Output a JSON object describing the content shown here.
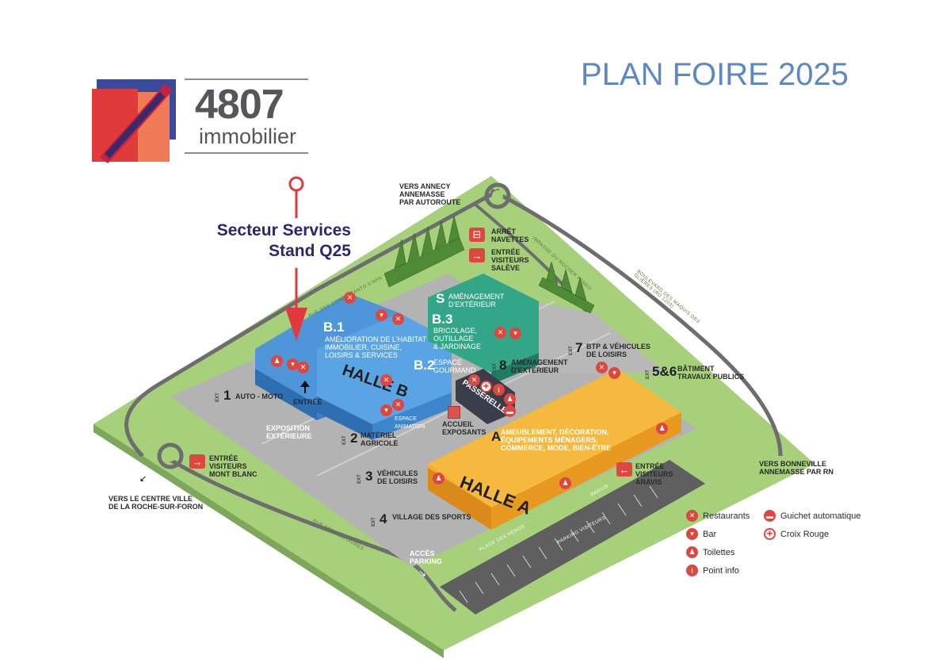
{
  "header": {
    "logo_number": "4807",
    "logo_word": "immobilier",
    "title": "PLAN FOIRE 2025"
  },
  "callout": {
    "line1": "Secteur Services",
    "line2": "Stand Q25"
  },
  "directions": {
    "annecy": [
      "VERS ANNECY",
      "ANNEMASSE",
      "PAR AUTOROUTE"
    ],
    "bonneville": [
      "VERS BONNEVILLE",
      "ANNEMASSE PAR RN"
    ],
    "centre_ville": [
      "VERS LE CENTRE VILLE",
      "DE LA ROCHE-SUR-FORON"
    ]
  },
  "roads": {
    "combattants": "RUE DES COMBATTANTS D'AFN",
    "rocher_fendu": "IMPASSE DU ROCHER FENDU",
    "boulevard": "BOULEVARD DES MAQUIS DES GLIÈRES (RD 1203)",
    "centaures": "RUE DES CENTAURES",
    "place_heros": "PLACE DES HÉROS",
    "parvis": "PARVIS",
    "parking_visiteurs": "PARKING VISITEURS"
  },
  "entrances": {
    "navettes": [
      "ARRÊT",
      "NAVETTES"
    ],
    "saleve": [
      "ENTRÉE",
      "VISITEURS",
      "SALÈVE"
    ],
    "mont_blanc": [
      "ENTRÉE",
      "VISITEURS",
      "MONT BLANC"
    ],
    "aravis": [
      "ENTRÉE",
      "VISITEURS",
      "ARAVIS"
    ],
    "entree": "ENTRÉE",
    "acces_parking": [
      "ACCÈS",
      "PARKING"
    ]
  },
  "zones": {
    "b1_code": "B.1",
    "b1_desc": [
      "AMÉLIORATION DE L'HABITAT",
      "IMMOBILIER, CUISINE,",
      "LOISIRS & SERVICES"
    ],
    "b2_code": "B.2",
    "b2_desc": [
      "ESPACE",
      "GOURMAND"
    ],
    "b3_code": "B.3",
    "b3_desc": [
      "BRICOLAGE,",
      "OUTILLAGE",
      "& JARDINAGE"
    ],
    "s_code": "S",
    "s_desc": [
      "AMÉNAGEMENT",
      "D'EXTÉRIEUR"
    ],
    "halle_b": "HALLE B",
    "halle_a": "HALLE A",
    "a_code": "A",
    "a_desc": [
      "AMEUBLEMENT, DÉCORATION,",
      "ÉQUIPEMENTS MÉNAGERS,",
      "COMMERCE, MODE, BIEN-ÊTRE"
    ],
    "passerelle": "PASSERELLE",
    "accueil": [
      "ACCUEIL",
      "EXPOSANTS"
    ],
    "espace_animation": [
      "ESPACE",
      "ANIMATION"
    ],
    "exposition": [
      "EXPOSITION",
      "EXTÉRIEURE"
    ],
    "ext_label": "EXT",
    "ext1_num": "1",
    "ext1_desc": "AUTO - MOTO",
    "ext2_num": "2",
    "ext2_desc": [
      "MATÉRIEL",
      "AGRICOLE"
    ],
    "ext3_num": "3",
    "ext3_desc": [
      "VÉHICULES",
      "DE LOISIRS"
    ],
    "ext4_num": "4",
    "ext4_desc": "VILLAGE DES SPORTS",
    "ext56_num": "5&6",
    "ext56_desc": [
      "BÂTIMENT",
      "TRAVAUX PUBLICS"
    ],
    "ext7_num": "7",
    "ext7_desc": [
      "BTP & VÉHICULES",
      "DE LOISIRS"
    ],
    "ext8_num": "8",
    "ext8_desc": [
      "AMÉNAGEMENT",
      "D'EXTÉRIEUR"
    ]
  },
  "legend": {
    "restaurants": "Restaurants",
    "bar": "Bar",
    "toilettes": "Toilettes",
    "point_info": "Point info",
    "guichet": "Guichet automatique",
    "croix_rouge": "Croix Rouge"
  },
  "colors": {
    "title_blue": "#5d88c2",
    "callout_navy": "#2d2570",
    "grass": "#a6d07a",
    "hall_b_blue": "#4f95d9",
    "hall_a_orange": "#f3ad33",
    "s_green": "#33a687",
    "pin_red": "#dc4740"
  }
}
